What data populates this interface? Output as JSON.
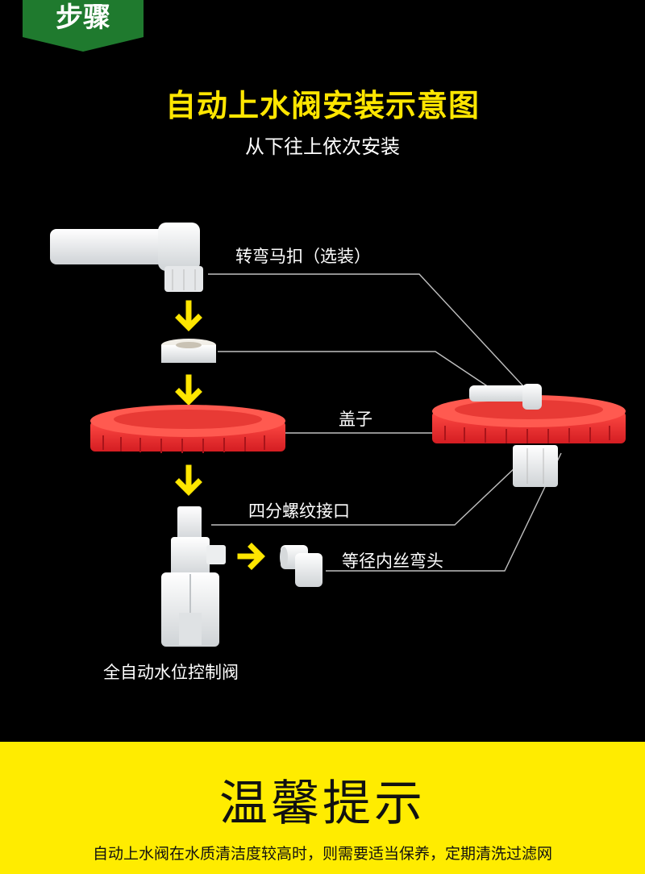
{
  "banner": {
    "text": "步骤",
    "color": "#1f7a2e"
  },
  "title": "自动上水阀安装示意图",
  "subtitle": "从下往上依次安装",
  "labels": {
    "elbow_cap": "转弯马扣（选装）",
    "lid": "盖子",
    "thread_port": "四分螺纹接口",
    "inner_elbow": "等径内丝弯头",
    "valve": "全自动水位控制阀"
  },
  "tip": {
    "title": "温馨提示",
    "text": "自动上水阀在水质清洁度较高时，则需要适当保养，定期清洗过滤网"
  },
  "colors": {
    "accent": "#ffe600",
    "lid": "#e8262d",
    "tip_bg": "#ffec00"
  }
}
